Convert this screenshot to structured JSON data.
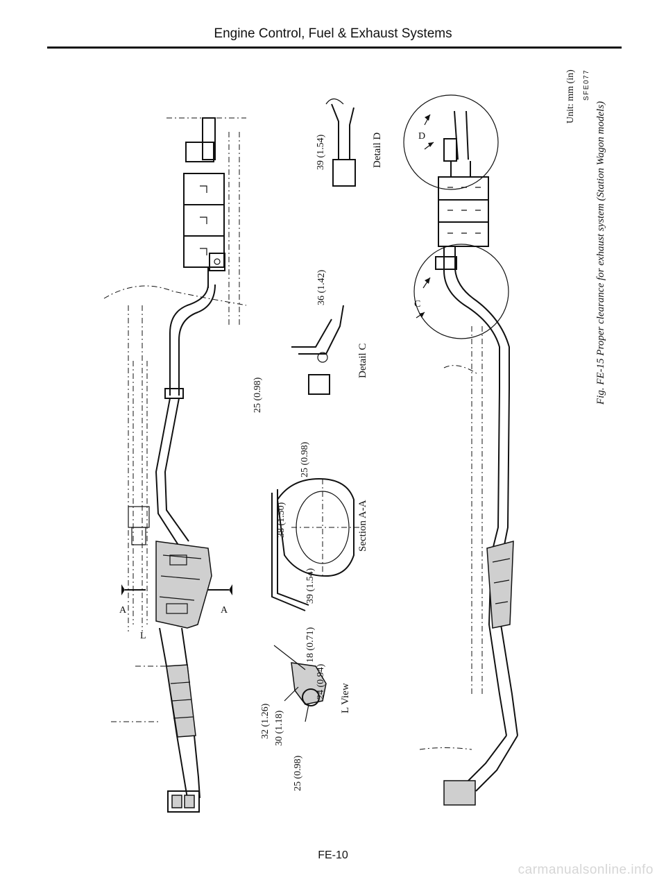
{
  "header": {
    "title": "Engine Control, Fuel & Exhaust Systems"
  },
  "footer": {
    "page": "FE-10"
  },
  "figure": {
    "caption": "Fig. FE-15 Proper clearance for exhaust system (Station Wagon models)",
    "unit": "Unit: mm (in)",
    "code": "SFE077",
    "markers": {
      "a": "A",
      "l": "L",
      "c": "C",
      "d": "D"
    },
    "views": {
      "l_view": {
        "title": "L View",
        "dims": [
          "18 (0.71)",
          "32 (1.26)",
          "30 (1.18)",
          "24 (0.94)",
          "25 (0.98)"
        ]
      },
      "section_aa": {
        "title": "Section A-A",
        "dims": [
          "25 (0.98)",
          "38 (1.50)",
          "39 (1.54)"
        ]
      },
      "detail_c": {
        "title": "Detail C",
        "dims": [
          "36 (1.42)",
          "25 (0.98)"
        ]
      },
      "detail_d": {
        "title": "Detail D",
        "dims": [
          "39 (1.54)"
        ]
      }
    }
  },
  "watermark": "carmanualsonline.info"
}
